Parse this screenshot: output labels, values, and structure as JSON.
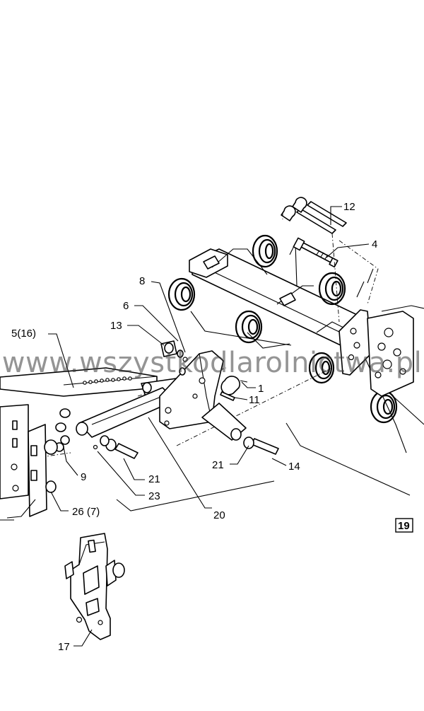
{
  "callouts": {
    "c12": "12",
    "c4": "4",
    "c8": "8",
    "c6": "6",
    "c13": "13",
    "c5": "5(16)",
    "c1": "1",
    "c11": "11",
    "c21a": "21",
    "c14": "14",
    "c9": "9",
    "c21b": "21",
    "c23": "23",
    "c20": "20",
    "c26": "26 (7)",
    "c19": "19",
    "c17": "17"
  },
  "watermark": "www.wszystkodlarolnictwa.pl"
}
